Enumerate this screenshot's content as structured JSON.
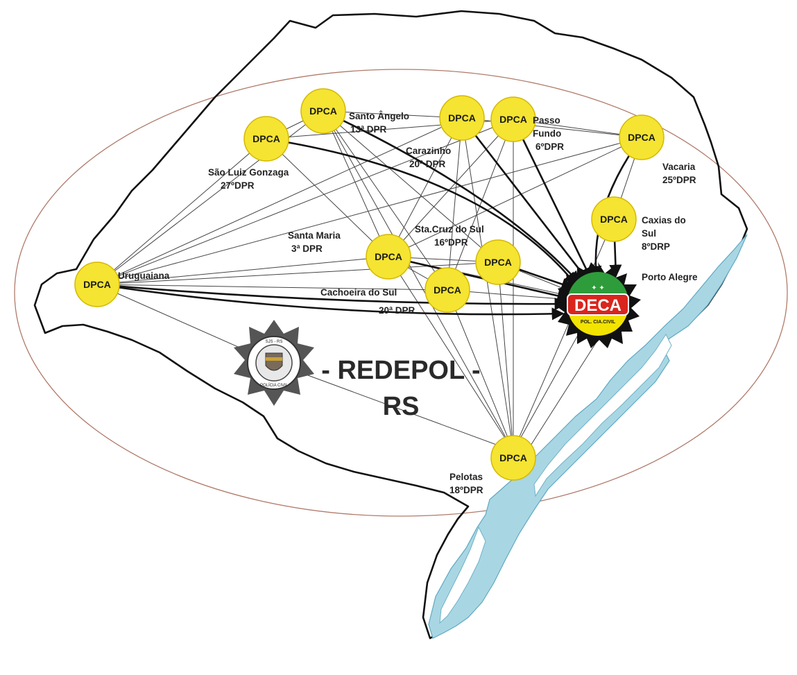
{
  "node_text": "DPCA",
  "nodes": [
    {
      "id": "sao-luiz",
      "label_lines": [
        "São Luiz Gonzaga",
        "27ºDPR"
      ]
    },
    {
      "id": "santo-angelo",
      "label_lines": [
        "Santo Ângelo",
        "13ª DPR"
      ]
    },
    {
      "id": "carazinho",
      "label_lines": [
        "Carazinho",
        "20ª DPR"
      ]
    },
    {
      "id": "passo-fundo",
      "label_lines": [
        "Passo",
        "Fundo",
        "6ºDPR"
      ]
    },
    {
      "id": "vacaria",
      "label_lines": [
        "Vacaria",
        "25ºDPR"
      ]
    },
    {
      "id": "caxias",
      "label_lines": [
        "Caxias do",
        "Sul",
        "8ºDRP"
      ]
    },
    {
      "id": "uruguaiana",
      "label_lines": [
        "Uruguaiana"
      ]
    },
    {
      "id": "santa-maria",
      "label_lines": [
        "Santa  Maria",
        "3ª DPR"
      ]
    },
    {
      "id": "santa-cruz",
      "label_lines": [
        "Sta.Cruz do Sul",
        "16ºDPR"
      ]
    },
    {
      "id": "cachoeira",
      "label_lines": [
        "Cachoeira do Sul",
        "20ª DPR"
      ]
    },
    {
      "id": "pelotas",
      "label_lines": [
        "Pelotas",
        "18ºDPR"
      ]
    }
  ],
  "hub": {
    "label": "Porto Alegre",
    "badge_text": "DECA",
    "badge_subtext": "POL. CIA.CIVIL"
  },
  "title": {
    "line1": "- REDEPOL -",
    "line2": "RS"
  },
  "seal": {
    "top_text": "SJS - RS",
    "bottom_text": "POLÍCIA CIVIL"
  },
  "colors": {
    "node_fill": "#f5e431",
    "node_stroke": "#d4b800",
    "ellipse": "#b07a6a",
    "coast": "#8cc6d8",
    "hub_red": "#d9251d",
    "hub_green": "#2e9c3a",
    "hub_yellow": "#f2e300"
  }
}
